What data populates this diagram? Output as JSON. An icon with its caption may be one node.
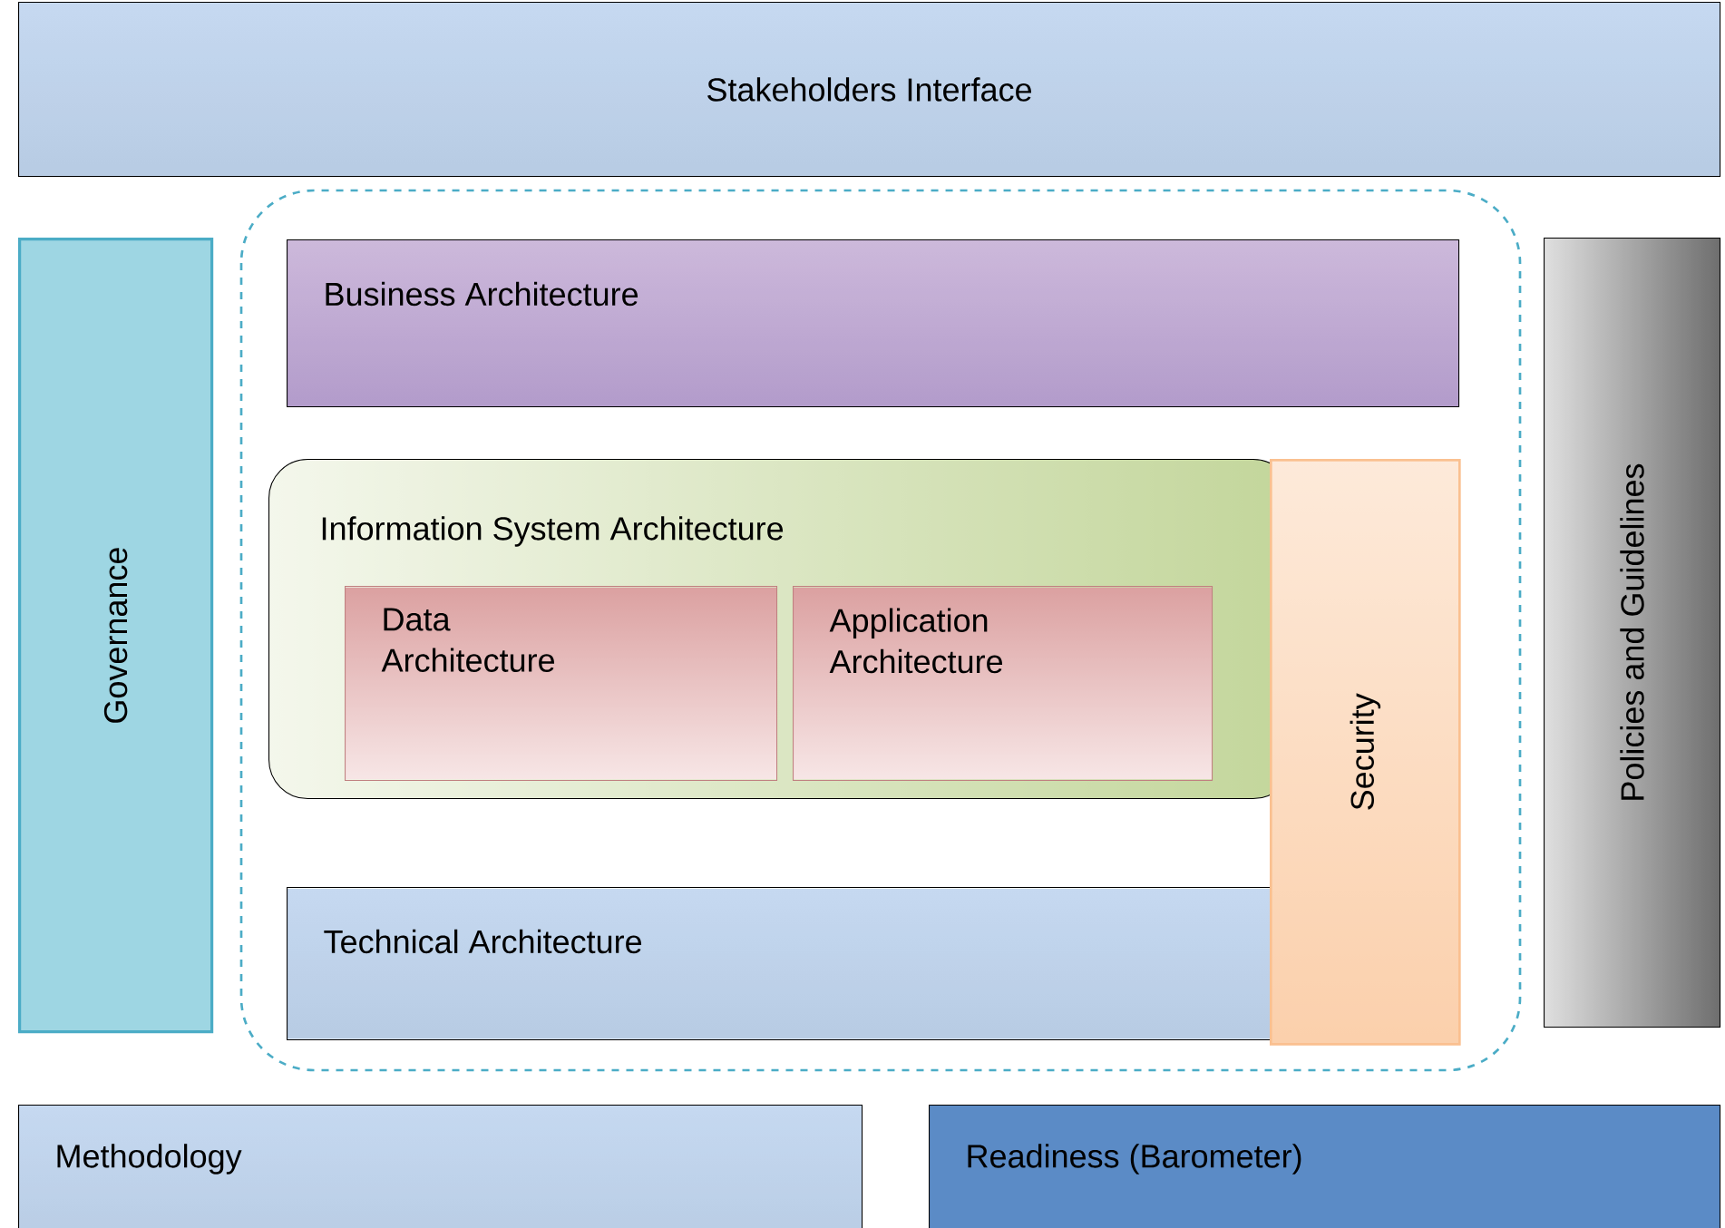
{
  "diagram": {
    "nodes": [
      {
        "text": [
          "Stakeholders Interface"
        ]
      },
      {
        "text": [
          "Governance"
        ]
      },
      {
        "text": [
          "Business Architecture"
        ]
      },
      {
        "text": [
          "Information System Architecture"
        ]
      },
      {
        "text": [
          "Data Architecture"
        ],
        "in": 3
      },
      {
        "text": [
          "Application Architecture"
        ],
        "in": 3
      },
      {
        "text": [
          "Security"
        ]
      },
      {
        "text": [
          "Technical Architecture"
        ]
      },
      {
        "text": [
          "Policies and Guidelines"
        ]
      },
      {
        "text": [
          "Methodology"
        ]
      },
      {
        "text": [
          "Readiness (Barometer)"
        ]
      }
    ]
  }
}
